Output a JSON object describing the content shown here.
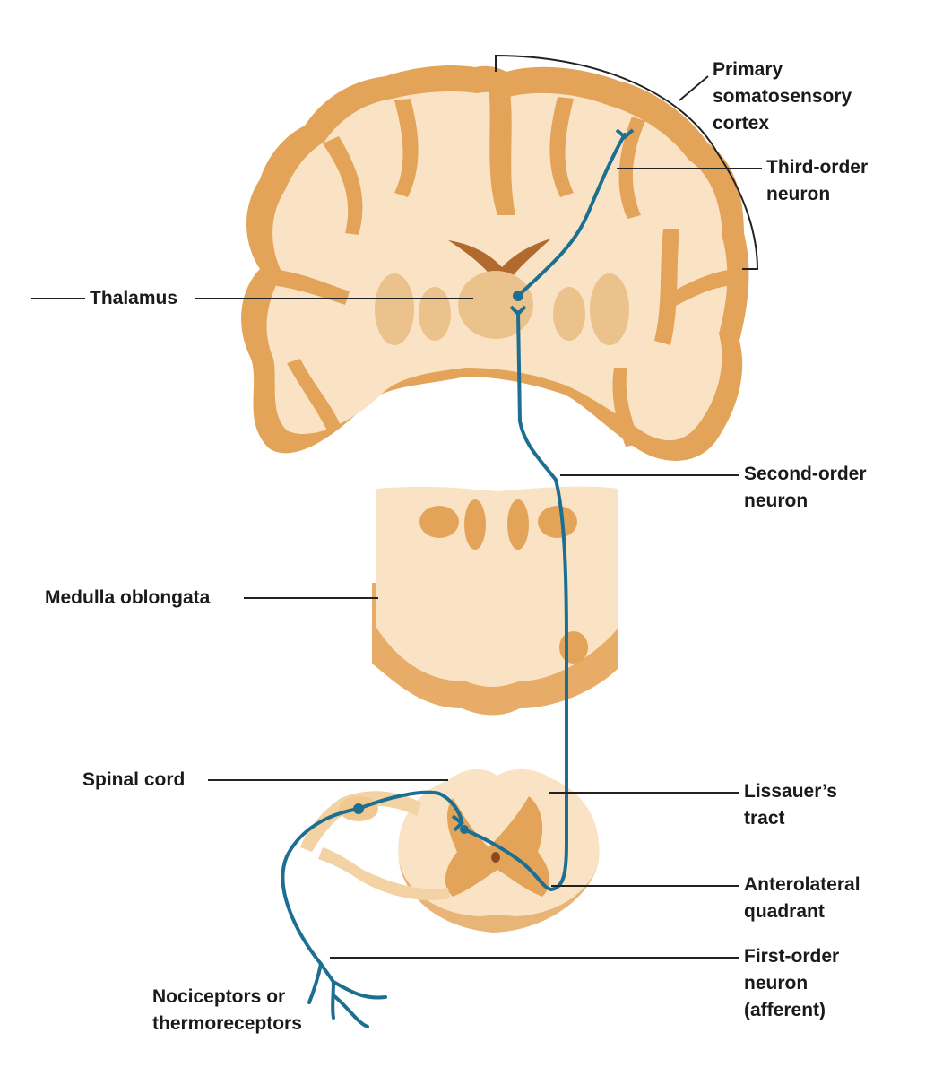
{
  "labels": {
    "primary_cortex": [
      "Primary",
      "somatosensory",
      "cortex"
    ],
    "third_order": [
      "Third-order",
      "neuron"
    ],
    "thalamus": [
      "Thalamus"
    ],
    "second_order": [
      "Second-order",
      "neuron"
    ],
    "medulla": [
      "Medulla oblongata"
    ],
    "spinal_cord": [
      "Spinal cord"
    ],
    "lissauer": [
      "Lissauer’s",
      "tract"
    ],
    "anterolateral": [
      "Anterolateral",
      "quadrant"
    ],
    "first_order": [
      "First-order",
      "neuron",
      "(afferent)"
    ],
    "receptors": [
      "Nociceptors or",
      "thermoreceptors"
    ]
  },
  "colors": {
    "white_matter": "#fae3c4",
    "gray_matter": "#e3a45a",
    "gray_matter_dark": "#c9843c",
    "neuron": "#1d6f92",
    "leader_line": "#222222"
  }
}
